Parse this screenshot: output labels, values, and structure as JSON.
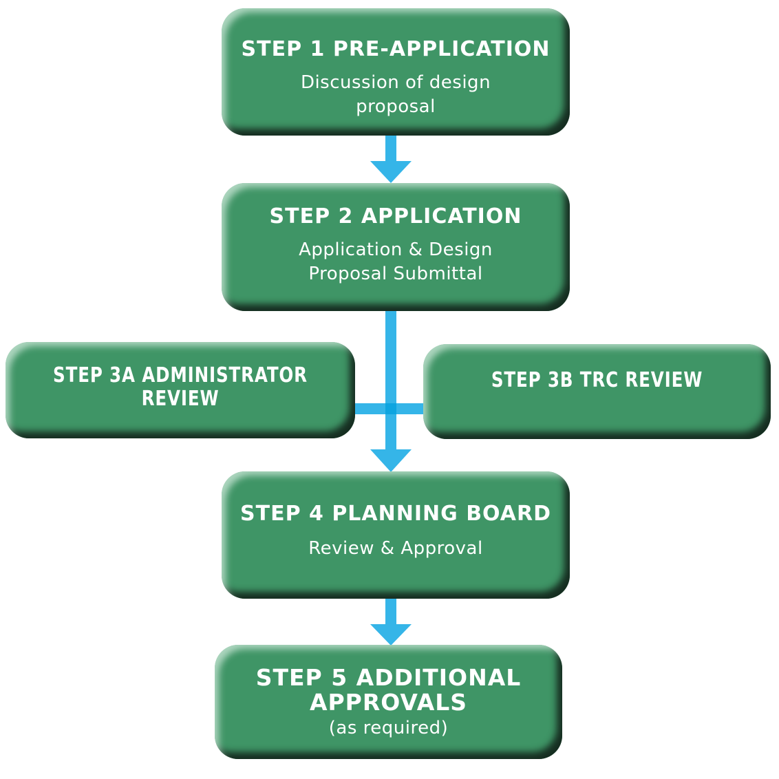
{
  "diagram": {
    "type": "flowchart",
    "colors": {
      "box_fill": "#3f9566",
      "box_highlight": "#cfe6d8",
      "box_shadow": "#1d2c24",
      "text": "#ffffff",
      "connector": "#35b5e8",
      "connector_overlap": "#0ea5e0"
    },
    "steps": [
      {
        "id": "step1",
        "title": "STEP 1 PRE-APPLICATION",
        "subtitle": "Discussion of design\nproposal"
      },
      {
        "id": "step2",
        "title": "STEP 2 APPLICATION",
        "subtitle": "Application & Design\nProposal Submittal"
      },
      {
        "id": "step3a",
        "title": "STEP 3A ADMINISTRATOR\nREVIEW",
        "subtitle": ""
      },
      {
        "id": "step3b",
        "title": "STEP 3B  TRC REVIEW",
        "subtitle": ""
      },
      {
        "id": "step4",
        "title": "STEP 4 PLANNING BOARD",
        "subtitle": "Review & Approval"
      },
      {
        "id": "step5",
        "title": "STEP 5 ADDITIONAL\nAPPROVALS",
        "subtitle": "(as required)"
      }
    ],
    "connections": [
      {
        "from": "step1",
        "to": "step2",
        "style": "arrow"
      },
      {
        "from": "step2",
        "to": "step4",
        "style": "arrow",
        "via": [
          "step3a",
          "step3b"
        ]
      },
      {
        "from": "step3a",
        "to": "step3b",
        "style": "line"
      },
      {
        "from": "step4",
        "to": "step5",
        "style": "arrow"
      }
    ]
  }
}
